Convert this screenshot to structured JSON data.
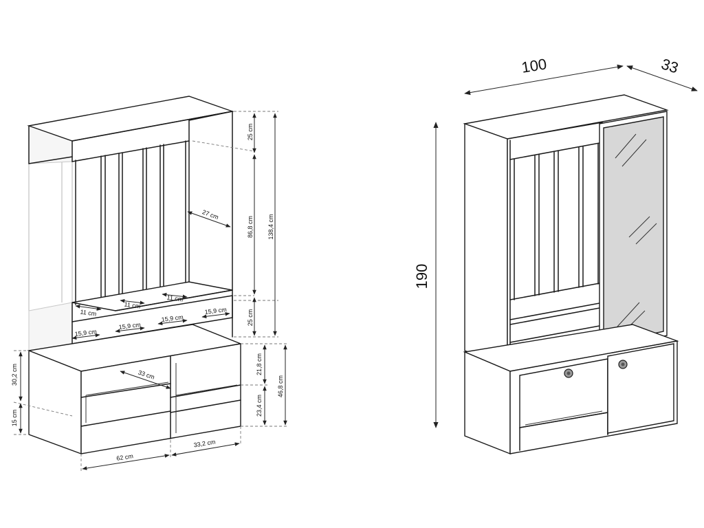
{
  "view_left": {
    "labels": {
      "top_height": "25 cm",
      "upper_height": "86,8 cm",
      "total_upper": "138,4 cm",
      "lower_top_height": "25 cm",
      "depth": "27 cm",
      "hook_gap_1": "11 cm",
      "hook_gap_2": "11 cm",
      "hook_gap_3": "11 cm",
      "bench_1": "15,9 cm",
      "bench_2": "15,9 cm",
      "bench_3": "15,9 cm",
      "bench_4": "15,9 cm",
      "shelf_depth": "33 cm",
      "cabinet_left_h": "30,2 cm",
      "cabinet_left_low": "15 cm",
      "cabinet_right_upper": "21,8 cm",
      "cabinet_right_lower": "23,4 cm",
      "cabinet_total": "46,8 cm",
      "width_left": "62 cm",
      "width_right": "33,2 cm"
    }
  },
  "view_right": {
    "labels": {
      "width": "100",
      "depth": "33",
      "height": "190"
    }
  }
}
